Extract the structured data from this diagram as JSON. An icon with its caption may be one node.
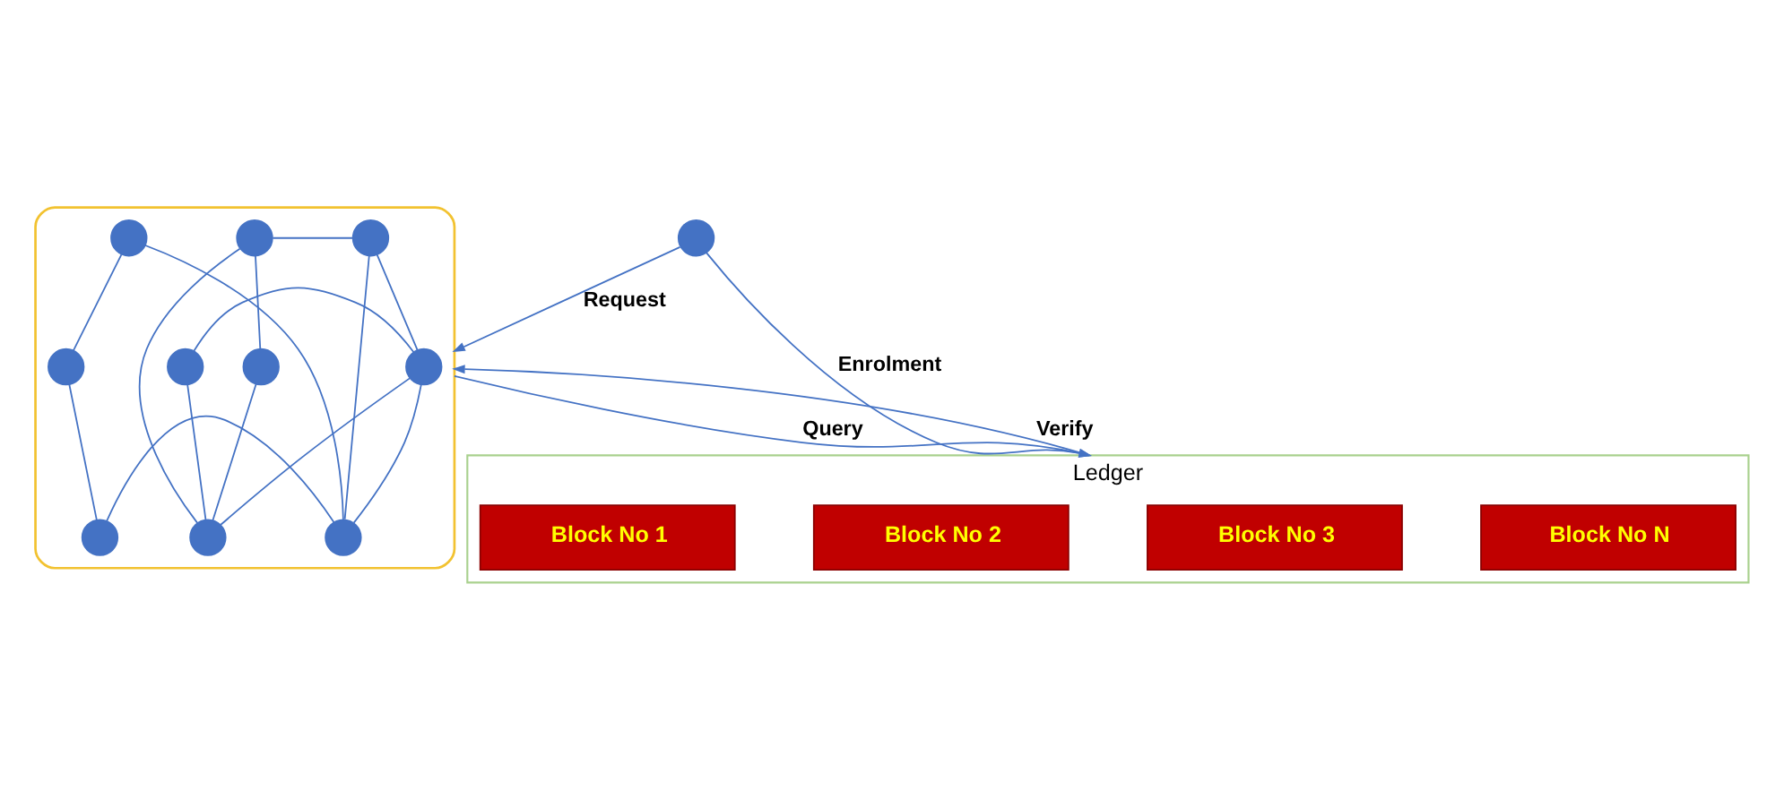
{
  "diagram": {
    "nodes": [
      {
        "text": [],
        "shape": "circle"
      },
      {
        "text": [],
        "shape": "ellipse"
      },
      {
        "text": [],
        "shape": "circle",
        "in": 1
      },
      {
        "text": [],
        "shape": "circle",
        "in": 1
      },
      {
        "text": [],
        "shape": "circle",
        "in": 1
      },
      {
        "text": [],
        "shape": "circle",
        "in": 1
      },
      {
        "text": [],
        "shape": "circle",
        "in": 1
      },
      {
        "text": [],
        "shape": "circle",
        "in": 1
      },
      {
        "text": [],
        "shape": "circle",
        "in": 1
      },
      {
        "text": [],
        "shape": "circle",
        "in": 1
      },
      {
        "text": [],
        "shape": "circle",
        "in": 1
      },
      {
        "text": [],
        "shape": "circle",
        "in": 1
      },
      {
        "text": [
          "Ledger"
        ]
      },
      {
        "text": [
          "Block No 1"
        ],
        "in": 12
      },
      {
        "text": [
          "Block No 2"
        ],
        "in": 12
      },
      {
        "text": [
          "Block No 3"
        ],
        "in": 12
      },
      {
        "text": [
          "Block No N"
        ],
        "in": 12
      }
    ],
    "edges": [
      {
        "from": 0,
        "to": 1,
        "arrow": "to",
        "label": "Request"
      },
      {
        "from": 0,
        "to": 12,
        "arrow": "to",
        "label": "Enrolment"
      },
      {
        "from": 1,
        "to": 12,
        "arrow": "to",
        "label": "Query"
      },
      {
        "from": 12,
        "to": 1,
        "arrow": "to",
        "label": "Verify"
      },
      {
        "from": 2,
        "to": 6,
        "arrow": "none"
      },
      {
        "from": 2,
        "to": 3,
        "arrow": "none"
      },
      {
        "from": 2,
        "to": 4,
        "arrow": "none"
      },
      {
        "from": 4,
        "to": 3,
        "arrow": "none"
      },
      {
        "from": 4,
        "to": 5,
        "arrow": "none"
      },
      {
        "from": 4,
        "to": 7,
        "arrow": "none"
      },
      {
        "from": 6,
        "to": 7,
        "arrow": "none"
      },
      {
        "from": 6,
        "to": 8,
        "arrow": "none"
      },
      {
        "from": 5,
        "to": 7,
        "arrow": "none"
      },
      {
        "from": 7,
        "to": 8,
        "arrow": "none"
      },
      {
        "from": 8,
        "to": 9,
        "arrow": "none"
      },
      {
        "from": 9,
        "to": 10,
        "arrow": "none"
      },
      {
        "from": 8,
        "to": 11,
        "arrow": "none"
      },
      {
        "from": 11,
        "to": 10,
        "arrow": "none"
      }
    ]
  }
}
